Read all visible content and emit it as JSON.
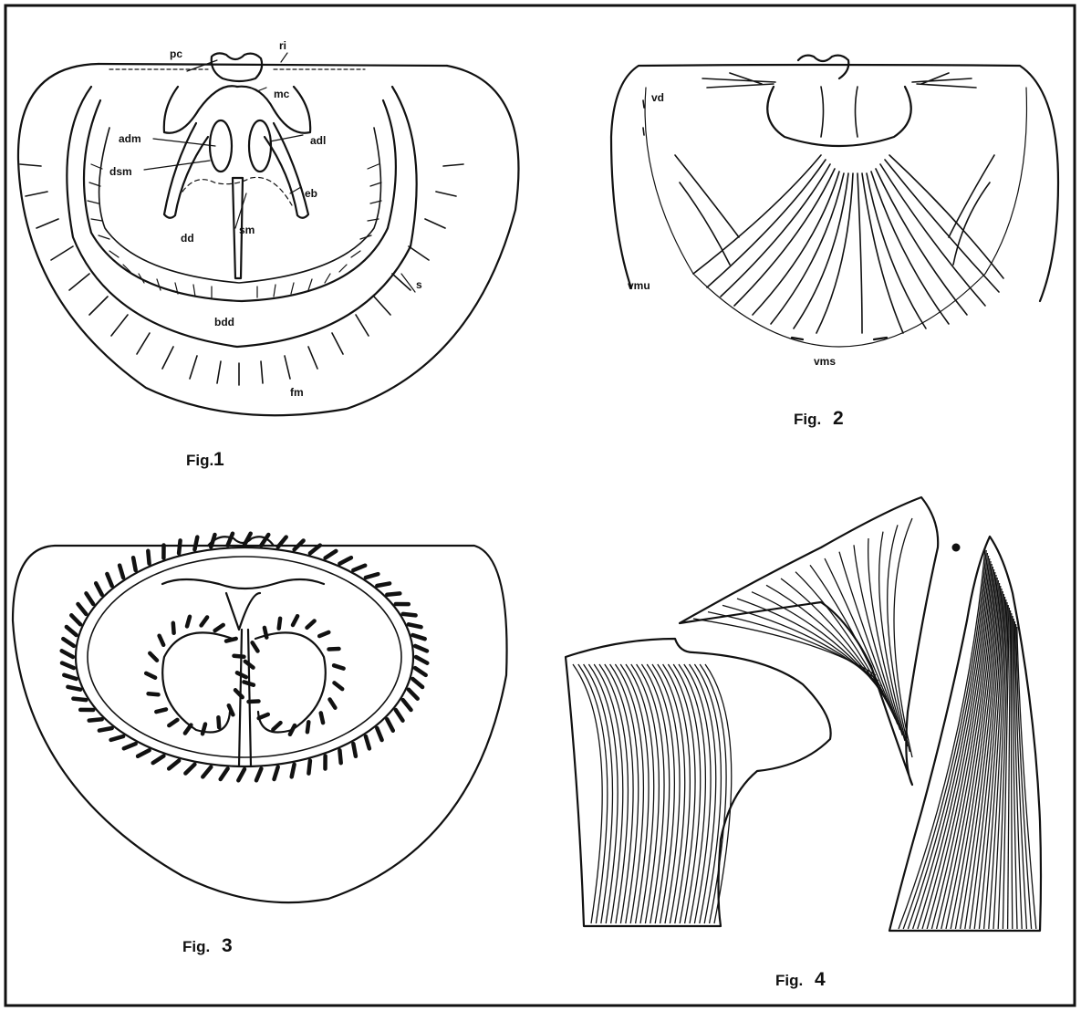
{
  "figures": [
    {
      "caption_prefix": "Fig.",
      "caption_number": "1",
      "labels": {
        "pc": "pc",
        "ri": "ri",
        "mc": "mc",
        "adm": "adm",
        "adl": "adl",
        "dsm": "dsm",
        "eb": "eb",
        "sm": "sm",
        "dd": "dd",
        "s": "s",
        "bdd": "bdd",
        "fm": "fm"
      }
    },
    {
      "caption_prefix": "Fig.",
      "caption_number": "2",
      "labels": {
        "vd": "vd",
        "vmu": "vmu",
        "vms": "vms"
      }
    },
    {
      "caption_prefix": "Fig.",
      "caption_number": "3"
    },
    {
      "caption_prefix": "Fig.",
      "caption_number": "4"
    }
  ]
}
